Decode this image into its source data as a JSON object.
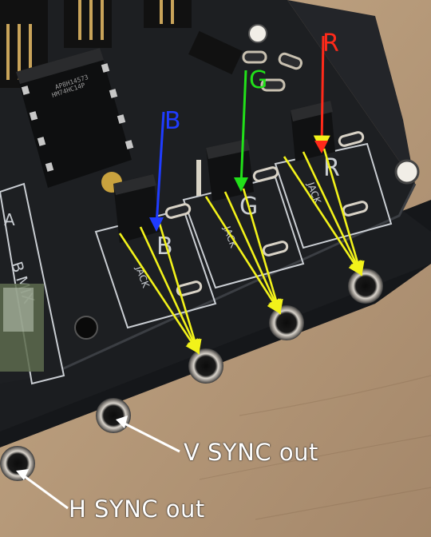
{
  "annotations": {
    "red_label": "R",
    "green_label": "G",
    "blue_label": "B",
    "vsync_label": "V SYNC out",
    "hsync_label": "H SYNC out"
  },
  "colors": {
    "red": "#ff2a1a",
    "green": "#22e01a",
    "blue": "#1f3cff",
    "yellow": "#f2f21a",
    "white": "#ffffff",
    "board": "#1d1f22",
    "silkscreen": "#c9cdd2",
    "table": "#b89a78"
  },
  "silkscreen_text": {
    "r_pad": "R",
    "g_pad": "G",
    "b_pad": "B",
    "jack_label": "JACK",
    "mix_label": "B MIX",
    "a_label": "A",
    "chip_top_marking": "AP8H14573",
    "chip_bottom_marking": "HM74HC14P"
  }
}
